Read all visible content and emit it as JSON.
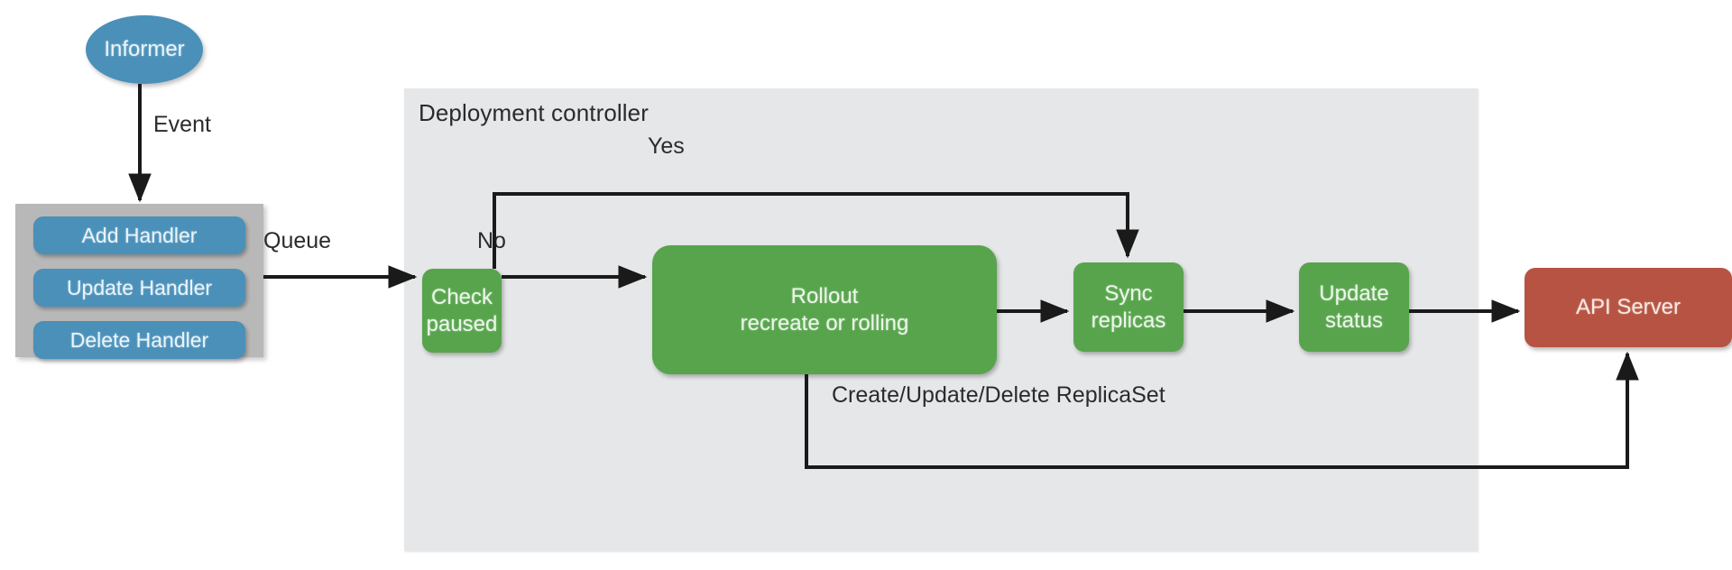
{
  "diagram": {
    "title": "Kubernetes Deployment controller flow",
    "colors": {
      "blue": "#4a90b9",
      "green": "#57a44c",
      "red": "#b65342",
      "panel_gray": "#e5e7e8",
      "group_gray": "#b8b8b8",
      "arrow": "#1a1a1a"
    }
  },
  "informer": {
    "label": "Informer"
  },
  "handler_group": {
    "handlers": [
      {
        "label": "Add Handler"
      },
      {
        "label": "Update Handler"
      },
      {
        "label": "Delete Handler"
      }
    ]
  },
  "controller": {
    "title": "Deployment controller",
    "nodes": [
      {
        "id": "check-paused",
        "lines": [
          "Check",
          "paused"
        ]
      },
      {
        "id": "rollout",
        "lines": [
          "Rollout",
          "recreate or rolling"
        ]
      },
      {
        "id": "sync-replicas",
        "lines": [
          "Sync",
          "replicas"
        ]
      },
      {
        "id": "update-status",
        "lines": [
          "Update",
          "status"
        ]
      }
    ]
  },
  "api_server": {
    "label": "API Server"
  },
  "edges": {
    "event": "Event",
    "queue": "Queue",
    "no": "No",
    "yes": "Yes",
    "replicaset": "Create/Update/Delete ReplicaSet"
  }
}
